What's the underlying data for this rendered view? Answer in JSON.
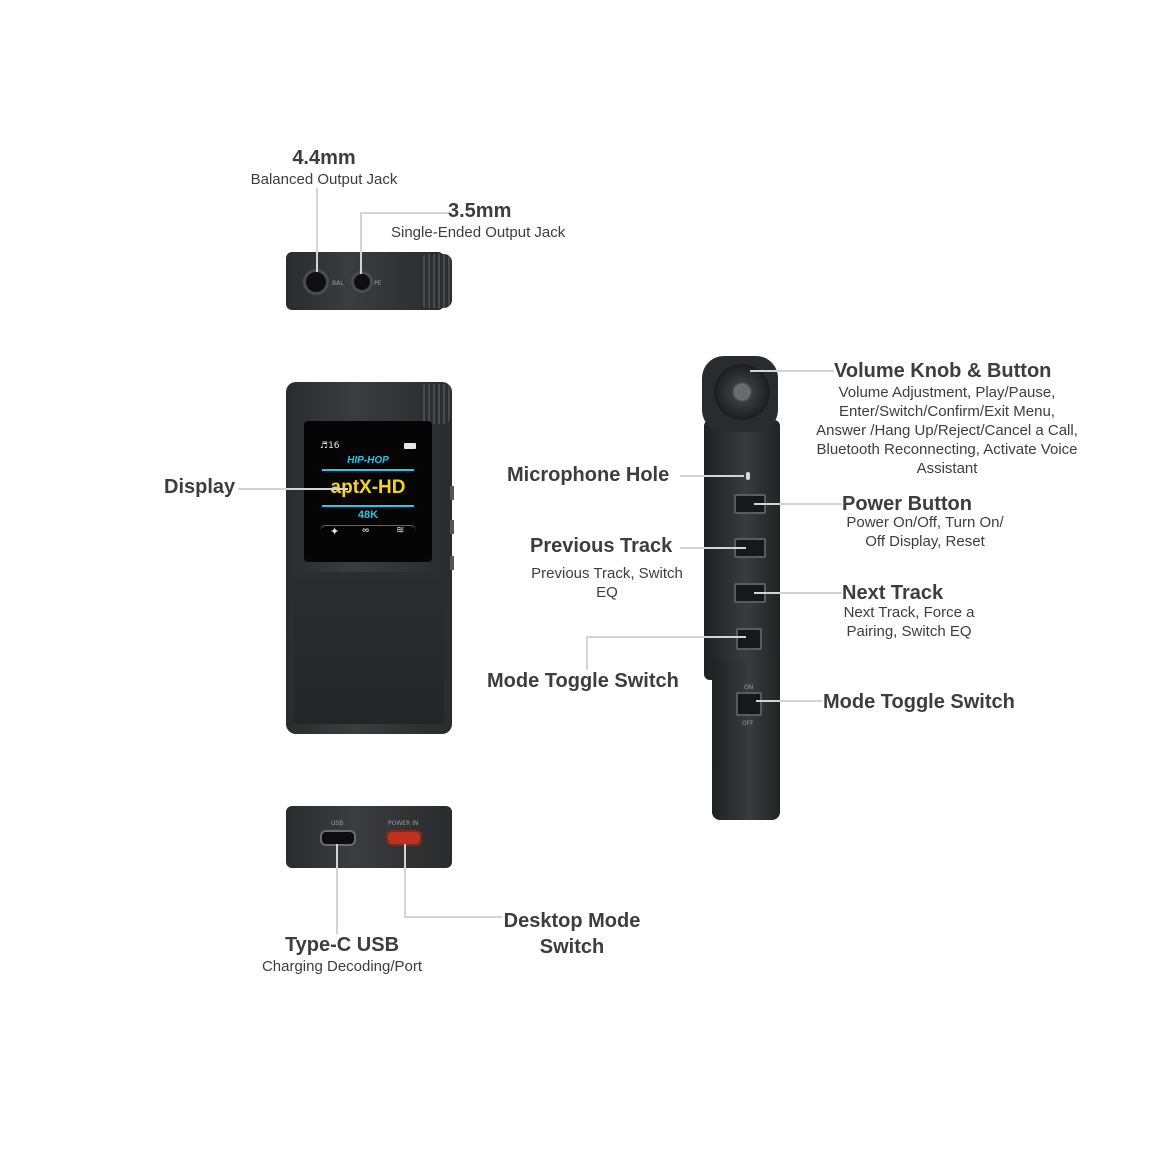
{
  "labels": {
    "balanced_jack": {
      "title": "4.4mm",
      "desc": "Balanced Output Jack"
    },
    "single_jack": {
      "title": "3.5mm",
      "desc": "Single-Ended Output Jack"
    },
    "display": {
      "title": "Display"
    },
    "volume_knob": {
      "title": "Volume Knob & Button",
      "desc": [
        "Volume Adjustment, Play/Pause,",
        "Enter/Switch/Confirm/Exit Menu,",
        "Answer /Hang Up/Reject/Cancel a Call,",
        "Bluetooth Reconnecting, Activate Voice",
        "Assistant"
      ]
    },
    "microphone": {
      "title": "Microphone Hole"
    },
    "power_button": {
      "title": "Power Button",
      "desc": [
        "Power On/Off, Turn On/",
        "Off Display, Reset"
      ]
    },
    "previous_track": {
      "title": "Previous Track",
      "desc": [
        "Previous Track, Switch",
        "EQ"
      ]
    },
    "next_track": {
      "title": "Next Track",
      "desc": [
        "Next Track, Force a",
        "Pairing, Switch EQ"
      ]
    },
    "mode_toggle_left": {
      "title": "Mode Toggle Switch"
    },
    "mode_toggle_right": {
      "title": "Mode Toggle Switch"
    },
    "usb": {
      "title": "Type-C USB",
      "desc": "Charging Decoding/Port"
    },
    "desktop_mode": {
      "title": [
        "Desktop Mode",
        "Switch"
      ]
    }
  },
  "screen": {
    "volume": "16",
    "genre": "HIP-HOP",
    "codec": "aptX-HD",
    "rate": "48K"
  },
  "device_marks": {
    "bal": "BAL",
    "pe": "PE",
    "usb": "USB",
    "power_in": "POWER IN",
    "on": "ON",
    "off": "OFF"
  },
  "colors": {
    "screen_cyan": "#2ec4e6",
    "codec_yellow": "#f4d21f",
    "power_in_red": "#c0301f"
  }
}
